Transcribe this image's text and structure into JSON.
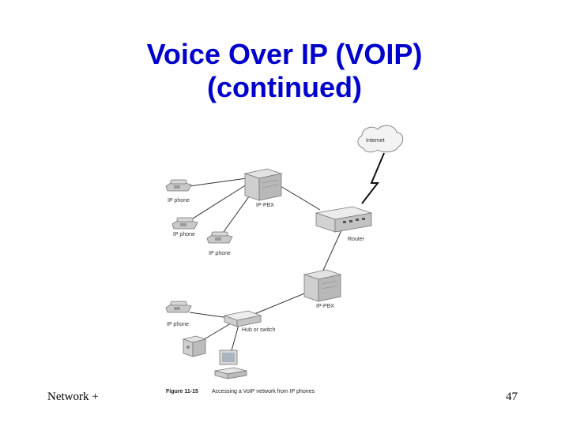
{
  "slide": {
    "title_line1": "Voice Over IP (VOIP)",
    "title_line2": "(continued)",
    "footer_left": "Network +",
    "page_number": "47"
  },
  "diagram": {
    "labels": {
      "internet": "Internet",
      "ip_phone_1": "IP phone",
      "ip_phone_2": "IP phone",
      "ip_phone_3": "IP phone",
      "ip_pbx_1": "IP-PBX",
      "router": "Router",
      "ip_pbx_2": "IP-PBX",
      "ip_phone_4": "IP phone",
      "hub_switch": "Hub or switch"
    },
    "caption_figure": "Figure 11-15",
    "caption_text": "Accessing a VoIP network from IP phones",
    "icons": [
      "cloud-icon",
      "phone-icon",
      "server-icon",
      "router-icon",
      "hub-icon",
      "desktop-icon"
    ]
  }
}
